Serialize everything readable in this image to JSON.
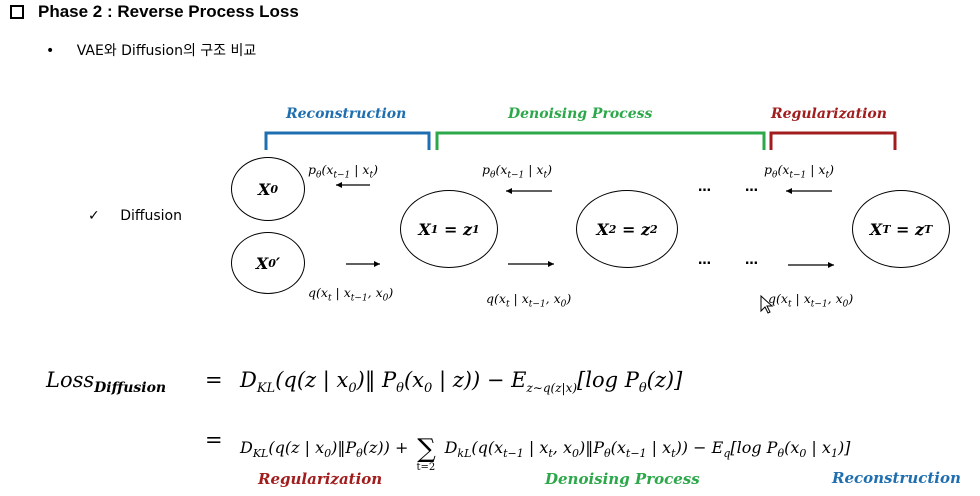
{
  "heading": "Phase 2 : Reverse Process Loss",
  "bullet_text": "VAE와 Diffusion의 구조 비교",
  "sub_item": "Diffusion",
  "check_glyph": "✓",
  "bullet_glyph": "•",
  "brackets": {
    "reconstruction": "Reconstruction",
    "denoising": "Denoising Process",
    "regularization": "Regularization"
  },
  "colors": {
    "reconstruction": "#1f6fb0",
    "denoising": "#2ca84a",
    "regularization": "#a11d1d"
  },
  "nodes": {
    "x0": {
      "base": "X",
      "sub": "0"
    },
    "x0p": {
      "base": "X",
      "sub": "0",
      "prime": "′"
    },
    "x1": {
      "lhs": "X",
      "lsub": "1",
      "eq": " = ",
      "rhs": "z",
      "rsub": "1"
    },
    "x2": {
      "lhs": "X",
      "lsub": "2",
      "eq": " = ",
      "rhs": "z",
      "rsub": "2"
    },
    "xT": {
      "lhs": "X",
      "lsub": "T",
      "eq": " = ",
      "rhs": "z",
      "rsub": "T"
    }
  },
  "probs": {
    "p_head": "p",
    "p_theta": "θ",
    "p_body": "(x",
    "p_sub1": "t−1",
    "p_mid": " | x",
    "p_sub2": "t",
    "p_end": ")",
    "q_head": "q(x",
    "q_sub1": "t",
    "q_mid": " | x",
    "q_sub2": "t−1",
    "q_end": ", x",
    "q_sub3": "0",
    "q_close": ")"
  },
  "ellipsis": "…",
  "loss": {
    "lhs_main": "Loss",
    "lhs_sub": "Diffusion",
    "eq": "=",
    "line1": "D_KL(q(z | x₀)‖ P_θ(x₀ | z)) − E_{z∼q(z|x)}[log P_θ(z)]",
    "line1_a": "D",
    "line1_b": "KL",
    "line1_c": "(q(z | x",
    "line1_d": "0",
    "line1_e": ")‖ P",
    "line1_f": "θ",
    "line1_g": "(x",
    "line1_h": "0",
    "line1_i": " | z)) − E",
    "line1_j": "z∼q(z|x)",
    "line1_k": "[log P",
    "line1_l": "θ",
    "line1_m": "(z)]",
    "line2_a": "D",
    "line2_b": "KL",
    "line2_c": "(q(z | x",
    "line2_d": "0",
    "line2_e": ")‖P",
    "line2_f": "θ",
    "line2_g": "(z)) + ",
    "sum_symbol": "∑",
    "sum_lower": "t=2",
    "line2_h": " D",
    "line2_i": "kL",
    "line2_j": "(q(x",
    "line2_k": "t−1",
    "line2_l": " | x",
    "line2_m": "t",
    "line2_n": ", x",
    "line2_o": "0",
    "line2_p": ")‖P",
    "line2_q": "θ",
    "line2_r": "(x",
    "line2_s": "t−1",
    "line2_t": " | x",
    "line2_u": "t",
    "line2_v": ")) − E",
    "line2_w": "q",
    "line2_x": "[log P",
    "line2_y": "θ",
    "line2_z": "(x",
    "line2_aa": "0",
    "line2_ab": " | x",
    "line2_ac": "1",
    "line2_ad": ")]"
  },
  "bottom_labels": {
    "regularization": "Regularization",
    "denoising": "Denoising Process",
    "reconstruction": "Reconstruction"
  }
}
